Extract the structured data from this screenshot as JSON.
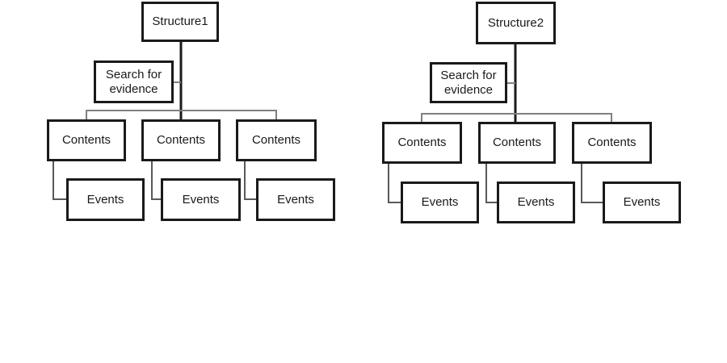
{
  "page": {
    "background": "#ffffff"
  },
  "colors": {
    "box_border": "#1a1a1a",
    "box_fill": "#ffffff",
    "text": "#1a1a1a",
    "root_connector": "#1a1a1a",
    "branch_connector": "#808080",
    "child_connector": "#595959"
  },
  "diagrams": [
    {
      "name": "structure1-hierarchy",
      "root": "Structure1",
      "assistant": "Search for evidence",
      "children": [
        {
          "label": "Contents",
          "child": "Events"
        },
        {
          "label": "Contents",
          "child": "Events"
        },
        {
          "label": "Contents",
          "child": "Events"
        }
      ]
    },
    {
      "name": "structure2-hierarchy",
      "root": "Structure2",
      "assistant": "Search for evidence",
      "children": [
        {
          "label": "Contents",
          "child": "Events"
        },
        {
          "label": "Contents",
          "child": "Events"
        },
        {
          "label": "Contents",
          "child": "Events"
        }
      ]
    }
  ]
}
